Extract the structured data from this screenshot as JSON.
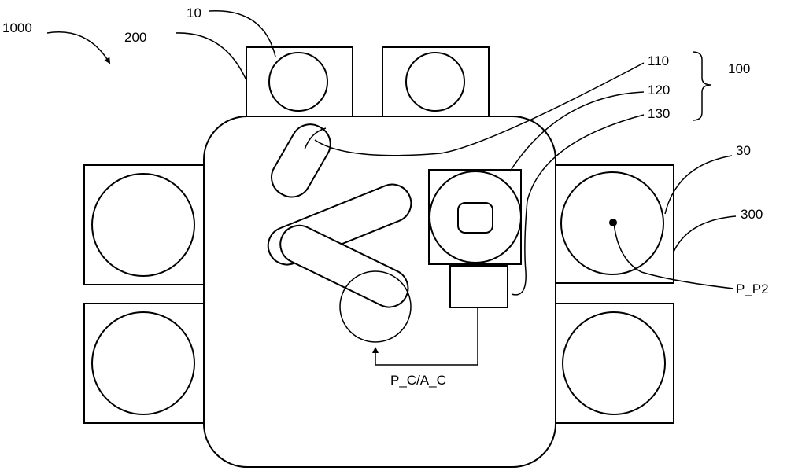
{
  "labels": {
    "system": "1000",
    "unit": "100",
    "part_110": "110",
    "part_120": "120",
    "part_130": "130",
    "substrate_top": "10",
    "load_station": "200",
    "substrate_right": "30",
    "process_station": "300",
    "point": "P_P2",
    "signal": "P_C/A_C"
  },
  "colors": {
    "line": "#000000",
    "background": "#ffffff"
  }
}
